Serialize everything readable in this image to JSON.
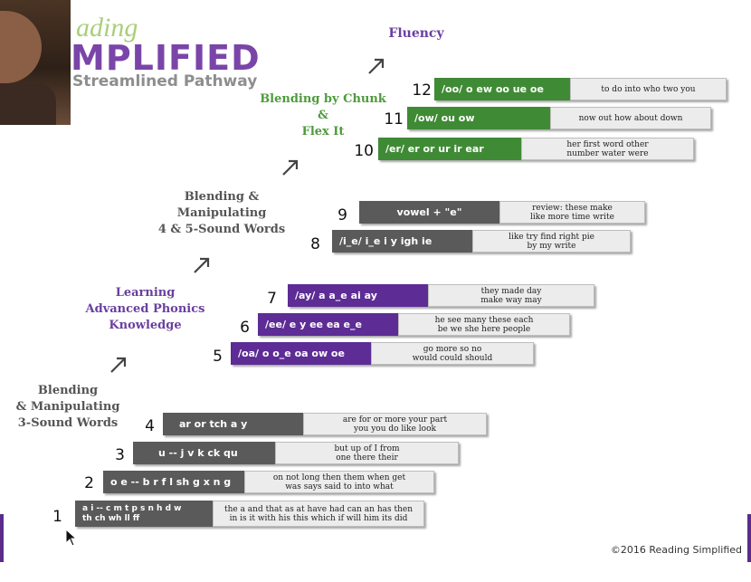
{
  "branding": {
    "logo_line1": "ading",
    "logo_line2": "MPLIFIED",
    "logo_line3": "Streamlined Pathway"
  },
  "stages": {
    "fluency": "Fluency",
    "chunk": "Blending by Chunk\n&\nFlex It",
    "manip45": "Blending &\nManipulating\n4 & 5-Sound Words",
    "advanced": "Learning\nAdvanced Phonics\nKnowledge",
    "manip3": "Blending\n& Manipulating\n3-Sound Words"
  },
  "steps": [
    {
      "number": "12",
      "sounds": "/oo/ o ew oo ue oe",
      "words": "to do into who two you",
      "color": "#3f8b35"
    },
    {
      "number": "11",
      "sounds": "/ow/ ou ow",
      "words": "now out how about down",
      "color": "#3f8b35"
    },
    {
      "number": "10",
      "sounds": "/er/ er or ur ir ear",
      "words": "her first word other\nnumber water were",
      "color": "#3f8b35"
    },
    {
      "number": "9",
      "sounds": "vowel + \"e\"",
      "words": "review: these make\nlike more time write",
      "color": "#5a5a5a"
    },
    {
      "number": "8",
      "sounds": "/i_e/ i_e i y igh ie",
      "words": "like try find right pie\nby my write",
      "color": "#5a5a5a"
    },
    {
      "number": "7",
      "sounds": "/ay/ a a_e ai ay",
      "words": "they made day\nmake way may",
      "color": "#5d2c95"
    },
    {
      "number": "6",
      "sounds": "/ee/ e y ee ea e_e",
      "words": "he see many these each\nbe we she here people",
      "color": "#5d2c95"
    },
    {
      "number": "5",
      "sounds": "/oa/ o o_e oa ow oe",
      "words": "go more so no\nwould could should",
      "color": "#5d2c95"
    },
    {
      "number": "4",
      "sounds": "ar or tch a y",
      "words": "are for or more your part\nyou you do like look",
      "color": "#5a5a5a"
    },
    {
      "number": "3",
      "sounds": "u -- j v k ck qu",
      "words": "but up of I from\none there their",
      "color": "#5a5a5a"
    },
    {
      "number": "2",
      "sounds": "o e -- b r f l sh g x n g",
      "words": "on not long then them when get\nwas says said to into what",
      "color": "#5a5a5a"
    },
    {
      "number": "1",
      "sounds": "a i -- c m t p s n h d w\nth ch wh ll ff",
      "words": "the a and that as at have had can an has then\nin is it with his this which if will him its did",
      "color": "#5a5a5a"
    }
  ],
  "footer": {
    "copyright": "©2016 Reading Simplified"
  }
}
